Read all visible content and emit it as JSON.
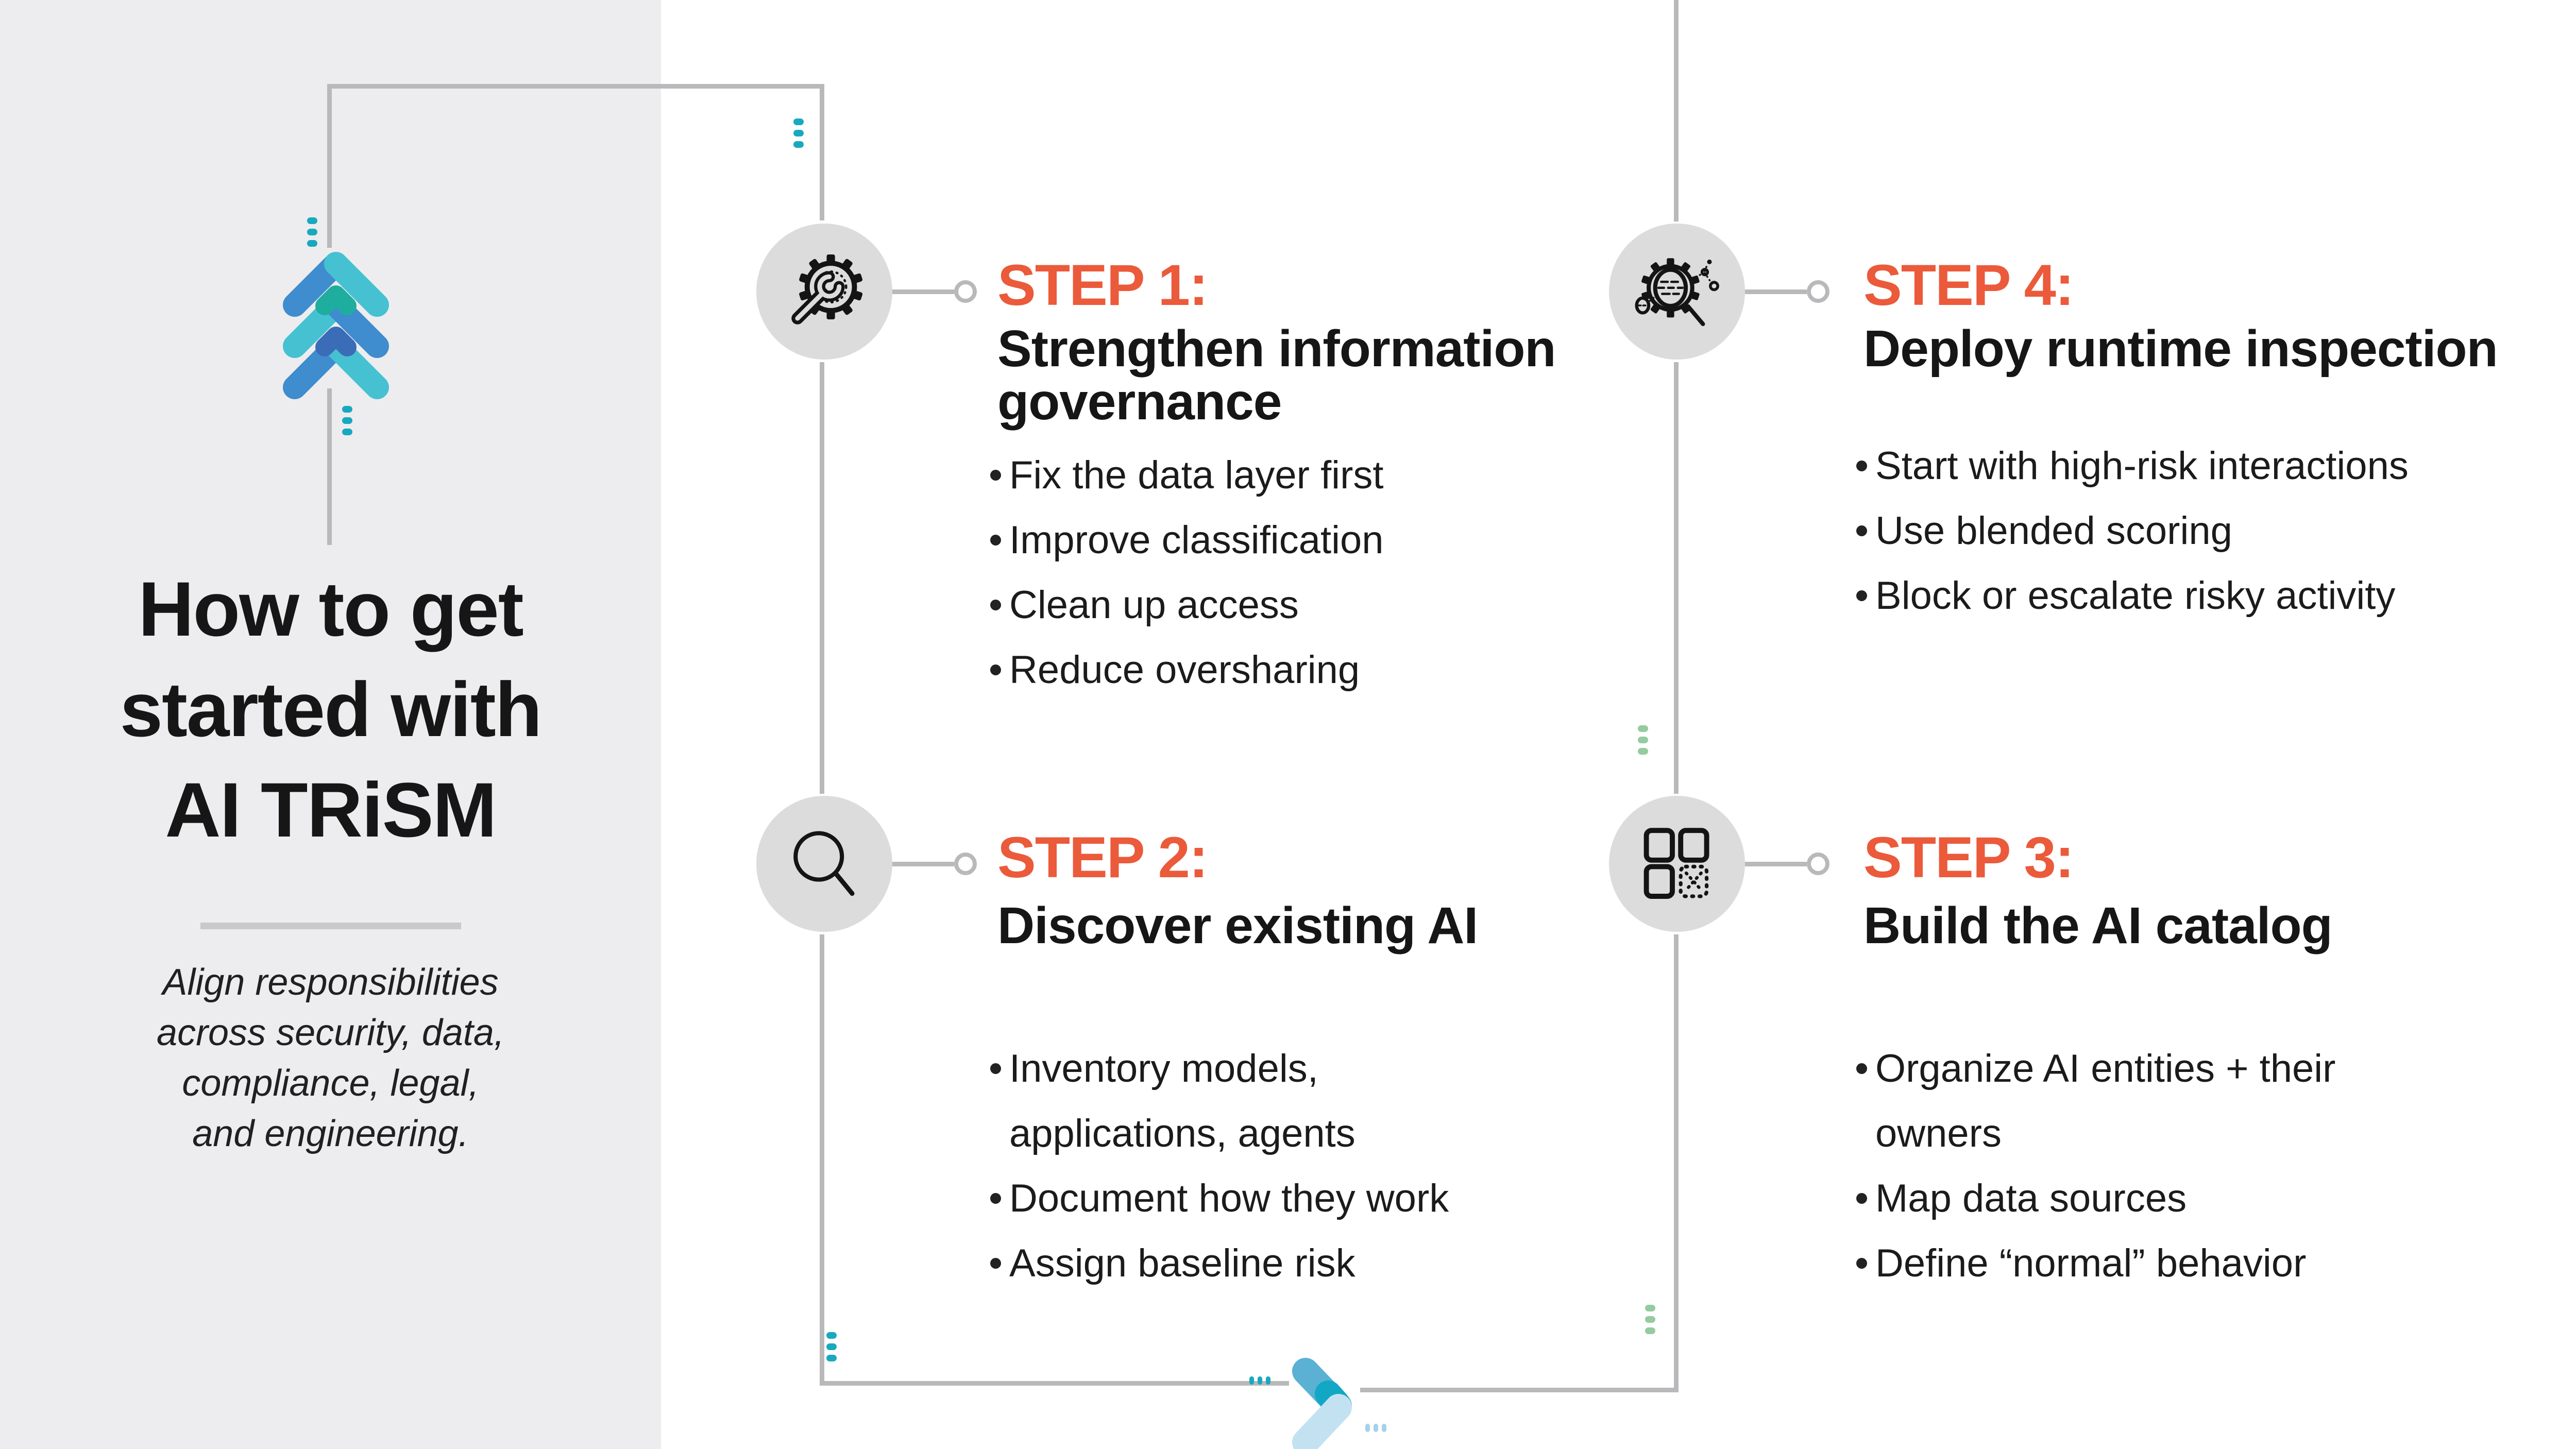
{
  "infographic": {
    "title_lines": [
      "How to get",
      "started with",
      "AI TRiSM"
    ],
    "subtitle_lines": [
      "Align responsibilities",
      "across security, data,",
      "compliance, legal,",
      "and engineering."
    ]
  },
  "steps": [
    {
      "label": "STEP 1:",
      "heading_lines": [
        "Strengthen information",
        "governance"
      ],
      "bullets": [
        "Fix the data layer first",
        "Improve classification",
        "Clean up access",
        "Reduce oversharing"
      ],
      "icon": "wrench-gear-icon"
    },
    {
      "label": "STEP 2:",
      "heading_lines": [
        "Discover existing AI"
      ],
      "bullets": [
        [
          "Inventory models,",
          "applications, agents"
        ],
        "Document how they work",
        "Assign baseline risk"
      ],
      "icon": "magnifier-icon"
    },
    {
      "label": "STEP 3:",
      "heading_lines": [
        "Build the AI catalog"
      ],
      "bullets": [
        [
          "Organize AI entities + their",
          "owners"
        ],
        "Map data sources",
        "Define “normal” behavior"
      ],
      "icon": "grid-squares-icon"
    },
    {
      "label": "STEP 4:",
      "heading_lines": [
        "Deploy runtime inspection"
      ],
      "bullets": [
        "Start with high-risk interactions",
        "Use blended scoring",
        "Block or escalate risky activity"
      ],
      "icon": "gear-inspection-icon"
    }
  ],
  "colors": {
    "accent_orange": "#eb5a3a",
    "panel_gray": "#ededef",
    "circle_gray": "#dcdcdd",
    "line_gray": "#b9b9bb",
    "chevron_blue": "#3f8cce",
    "chevron_teal": "#46c1d2",
    "chevron_dark_blue": "#3b6cb7",
    "chevron_dark_teal": "#1fad9f",
    "arrow_medium_blue": "#5ab1d3",
    "arrow_light_blue": "#c3e2f1",
    "arrow_dark_teal": "#12a7c5",
    "dot_teal": "#18a9be",
    "dot_green": "#95cba0",
    "dot_light_blue": "#a5d2e8"
  }
}
